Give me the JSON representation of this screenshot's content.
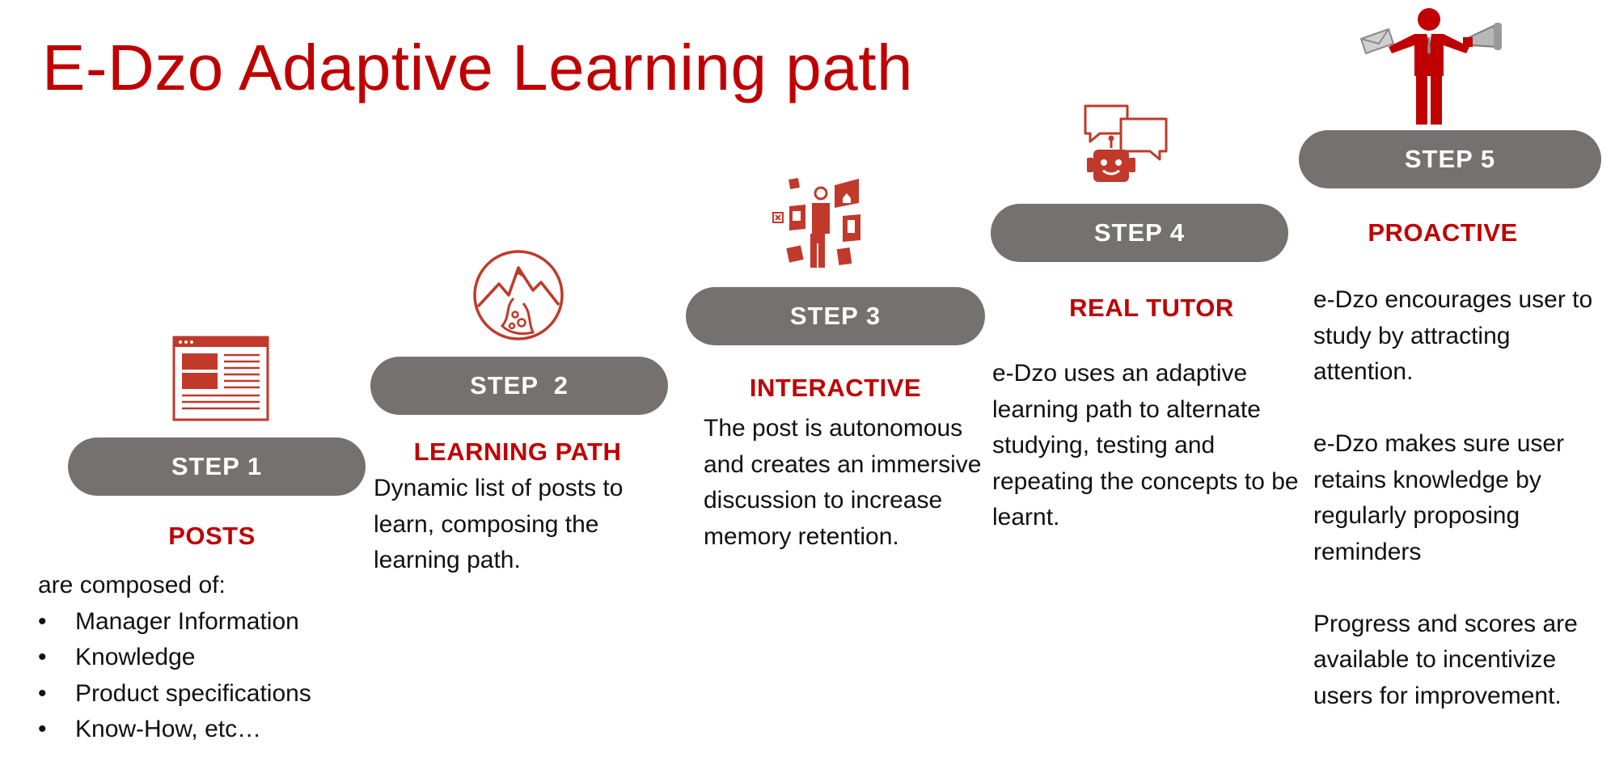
{
  "title": "E-Dzo Adaptive Learning path",
  "steps": [
    {
      "label": "STEP 1",
      "heading": "POSTS",
      "intro": "are composed of:",
      "bullets": [
        "Manager Information",
        "Knowledge",
        "Product specifications",
        "Know-How, etc…"
      ],
      "icon": "webpage-icon"
    },
    {
      "label": "STEP  2",
      "heading": "LEARNING PATH",
      "text": "Dynamic list of posts to learn, composing  the learning path.",
      "icon": "mountain-path-icon"
    },
    {
      "label": "STEP 3",
      "heading": "INTERACTIVE",
      "text": "The post is autonomous and creates an immersive discussion to increase memory retention.",
      "icon": "immersive-person-icon"
    },
    {
      "label": "STEP 4",
      "heading": "REAL TUTOR",
      "text": "e-Dzo uses an adaptive learning path to alternate studying, testing and repeating the concepts to be learnt.",
      "icon": "chatbot-icon"
    },
    {
      "label": "STEP 5",
      "heading": "PROACTIVE",
      "paragraphs": [
        "e-Dzo encourages user to study by attracting attention.",
        "e-Dzo makes sure user retains knowledge by regularly proposing reminders",
        "Progress and scores are available to incentivize users for improvement."
      ],
      "icon": "businessman-megaphone-icon"
    }
  ],
  "colors": {
    "accent": "#c00000",
    "pill": "#767171",
    "text": "#111111"
  }
}
